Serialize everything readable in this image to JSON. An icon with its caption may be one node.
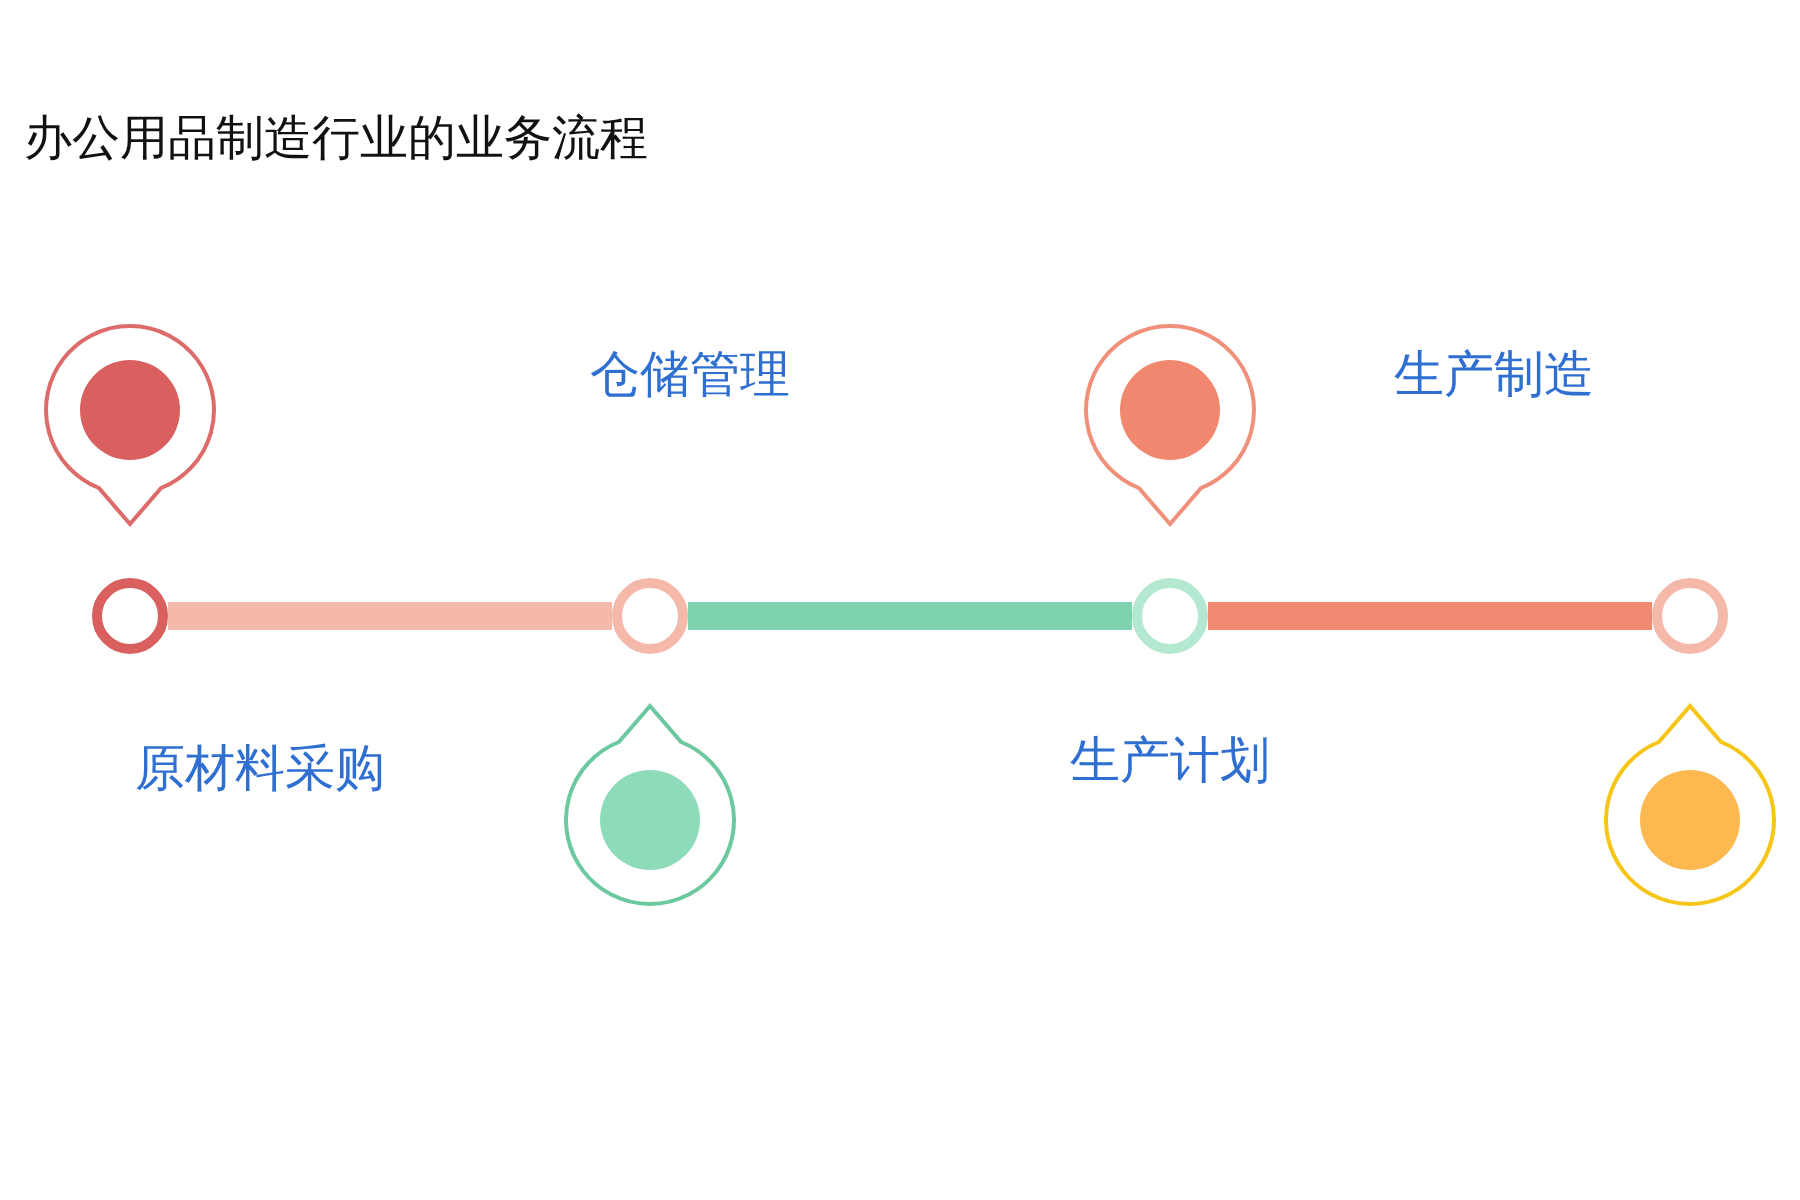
{
  "diagram": {
    "title": "办公用品制造行业的业务流程",
    "nodes": [
      {
        "text": [],
        "shape": "circle",
        "beside": [
          "原材料采购"
        ]
      },
      {
        "text": [],
        "shape": "circle",
        "beside": [
          "仓储管理"
        ]
      },
      {
        "text": [],
        "shape": "circle",
        "beside": [
          "生产计划"
        ]
      },
      {
        "text": [],
        "shape": "circle",
        "beside": [
          "生产制造"
        ]
      }
    ],
    "edges": [
      {
        "from": 0,
        "to": 1,
        "arrow": "none",
        "color": "#f4b9a9"
      },
      {
        "from": 1,
        "to": 2,
        "arrow": "none",
        "color": "#7dd3ae"
      },
      {
        "from": 2,
        "to": 3,
        "arrow": "none",
        "color": "#f08a70"
      }
    ]
  }
}
